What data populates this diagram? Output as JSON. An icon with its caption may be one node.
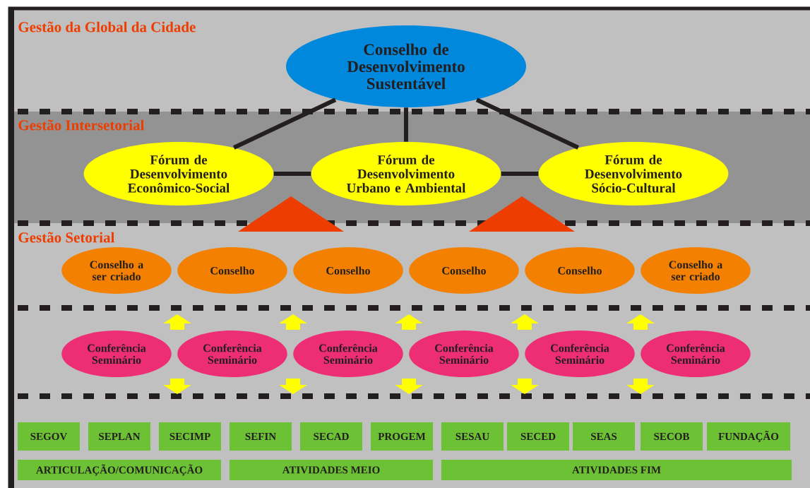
{
  "diagram": {
    "nodes": [
      {
        "text": [
          "Conselho de Desenvolvimento Sustentável"
        ]
      },
      {
        "text": [
          "Fórum de Desenvolvimento Econômico-Social"
        ]
      },
      {
        "text": [
          "Fórum de Desenvolvimento Urbano e Ambiental"
        ]
      },
      {
        "text": [
          "Fórum de Desenvolvimento Sócio-Cultural"
        ]
      },
      {
        "text": [
          "Conselho a ser criado"
        ]
      },
      {
        "text": [
          "Conselho"
        ]
      },
      {
        "text": [
          "Conselho"
        ]
      },
      {
        "text": [
          "Conselho"
        ]
      },
      {
        "text": [
          "Conselho"
        ]
      },
      {
        "text": [
          "Conselho a ser criado"
        ]
      },
      {
        "text": [
          "Conferência Seminário"
        ]
      },
      {
        "text": [
          "Conferência Seminário"
        ]
      },
      {
        "text": [
          "Conferência Seminário"
        ]
      },
      {
        "text": [
          "Conferência Seminário"
        ]
      },
      {
        "text": [
          "Conferência Seminário"
        ]
      },
      {
        "text": [
          "Conferência Seminário"
        ]
      },
      {
        "text": [
          "SEGOV"
        ]
      },
      {
        "text": [
          "SEPLAN"
        ]
      },
      {
        "text": [
          "SECIMP"
        ]
      },
      {
        "text": [
          "SEFIN"
        ]
      },
      {
        "text": [
          "SECAD"
        ]
      },
      {
        "text": [
          "PROGEM"
        ]
      },
      {
        "text": [
          "SESAU"
        ]
      },
      {
        "text": [
          "SECED"
        ]
      },
      {
        "text": [
          "SEAS"
        ]
      },
      {
        "text": [
          "SECOB"
        ]
      },
      {
        "text": [
          "FUNDAÇÃO"
        ]
      },
      {
        "text": [
          "ARTICULAÇÃO/COMUNICAÇÃO"
        ]
      },
      {
        "text": [
          "ATIVIDADES MEIO"
        ]
      },
      {
        "text": [
          "ATIVIDADES FIM"
        ]
      }
    ],
    "edges": [
      {
        "from": 0,
        "to": 1,
        "arrow": "none"
      },
      {
        "from": 0,
        "to": 2,
        "arrow": "none"
      },
      {
        "from": 0,
        "to": 3,
        "arrow": "none"
      },
      {
        "from": 1,
        "to": 2,
        "arrow": "none"
      },
      {
        "from": 2,
        "to": 3,
        "arrow": "none"
      },
      {
        "from": null,
        "to": 5,
        "arrow": "to"
      },
      {
        "from": null,
        "to": 6,
        "arrow": "to"
      },
      {
        "from": null,
        "to": 7,
        "arrow": "to"
      },
      {
        "from": null,
        "to": 8,
        "arrow": "to"
      },
      {
        "from": null,
        "to": 9,
        "arrow": "to"
      },
      {
        "from": 11,
        "to": null,
        "arrow": "to"
      },
      {
        "from": 12,
        "to": null,
        "arrow": "to"
      },
      {
        "from": 13,
        "to": null,
        "arrow": "to"
      },
      {
        "from": 14,
        "to": null,
        "arrow": "to"
      },
      {
        "from": 15,
        "to": null,
        "arrow": "to"
      }
    ],
    "labels": [
      "Gestão da Global da Cidade",
      "Gestão Intersetorial",
      "Gestão Setorial"
    ]
  }
}
